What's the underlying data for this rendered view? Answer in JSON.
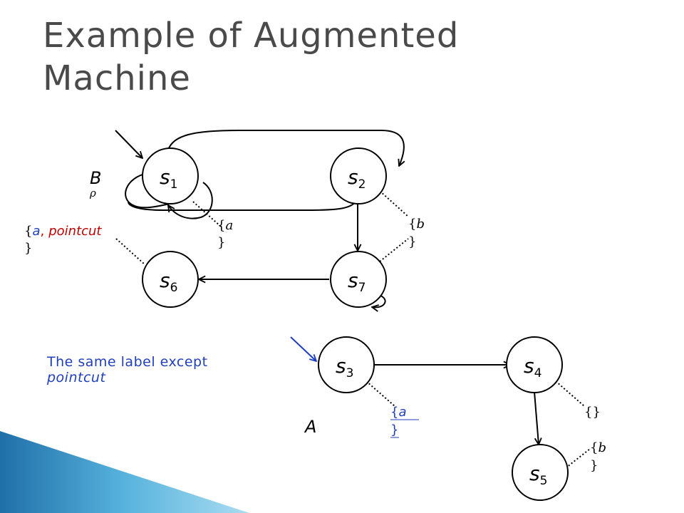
{
  "title": "Example of Augmented Machine",
  "states": {
    "s1": {
      "letter": "s",
      "sub": "1"
    },
    "s2": {
      "letter": "s",
      "sub": "2"
    },
    "s6": {
      "letter": "s",
      "sub": "6"
    },
    "s7": {
      "letter": "s",
      "sub": "7"
    },
    "s3": {
      "letter": "s",
      "sub": "3"
    },
    "s4": {
      "letter": "s",
      "sub": "4"
    },
    "s5": {
      "letter": "s",
      "sub": "5"
    }
  },
  "machines": {
    "B": {
      "name": "B",
      "rho": "ρ"
    },
    "A": {
      "name": "A"
    }
  },
  "labels": {
    "s6_label": {
      "open": "{",
      "a": "a",
      "comma": ",",
      "pointcut": "pointcut",
      "close": "}"
    },
    "s1_label": {
      "open": "{",
      "a": "a",
      "close": "}"
    },
    "s2_label": {
      "open": "{",
      "b": "b",
      "close": "}"
    },
    "s3_label": {
      "open": "{",
      "a": "a",
      "close": "}"
    },
    "s4_label": {
      "text": "{}"
    },
    "s5_label": {
      "open": "{",
      "b": "b",
      "close": "}"
    }
  },
  "note": {
    "line1": "The same label except",
    "line2": "pointcut"
  },
  "colors": {
    "note": "#1f3fbf",
    "pointcut": "#c00000",
    "title": "#4a4a4a",
    "initial_arrow_A": "#1f3fbf"
  }
}
